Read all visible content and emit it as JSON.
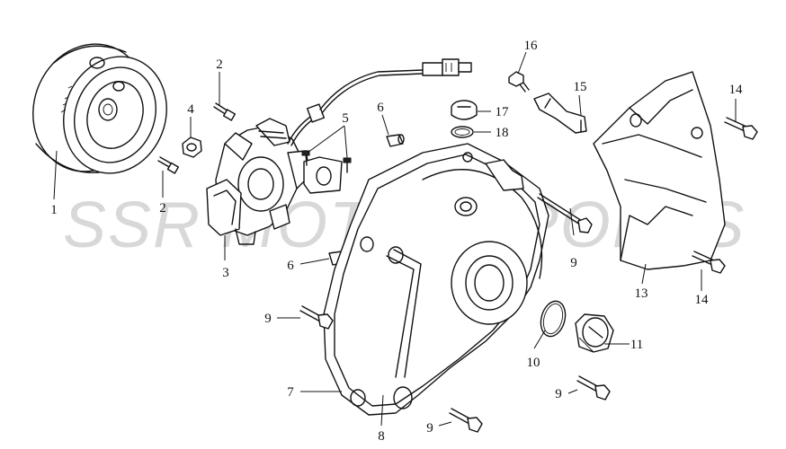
{
  "watermark": "SSR MOTORSPORTS",
  "colors": {
    "line": "#111111",
    "watermark": "#d8d8d8",
    "background": "#ffffff"
  },
  "callouts": {
    "c1": "1",
    "c2a": "2",
    "c2b": "2",
    "c3": "3",
    "c4": "4",
    "c5": "5",
    "c6a": "6",
    "c6b": "6",
    "c7": "7",
    "c8": "8",
    "c9a": "9",
    "c9b": "9",
    "c9c": "9",
    "c9d": "9",
    "c10": "10",
    "c11": "11",
    "c13": "13",
    "c14a": "14",
    "c14b": "14",
    "c15": "15",
    "c16": "16",
    "c17": "17",
    "c18": "18"
  }
}
